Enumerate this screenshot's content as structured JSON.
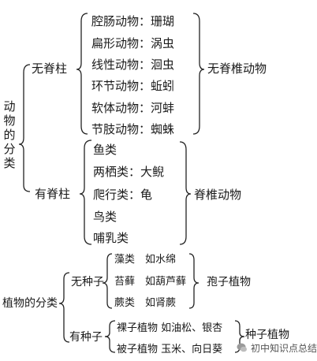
{
  "animals": {
    "root": "动物的分类",
    "invertebrate_branch": "无脊柱",
    "invertebrate_items": [
      "腔肠动物：珊瑚",
      "扁形动物：涡虫",
      "线性动物：洄虫",
      "环节动物：蚯蚓",
      "软体动物：河蚌",
      "节肢动物：蜘蛛"
    ],
    "invertebrate_group": "无脊椎动物",
    "vertebrate_branch": "有脊柱",
    "vertebrate_items": [
      "鱼类",
      "两栖类：大鲵",
      "爬行类：龟",
      "鸟类",
      "哺乳类"
    ],
    "vertebrate_group": "脊椎动物"
  },
  "plants": {
    "root": "植物的分类",
    "seedless_branch": "无种子",
    "seedless_items": [
      "藻类　如水绵",
      "苔藓　如葫芦藓",
      "蕨类　如肾蕨"
    ],
    "seedless_group": "孢子植物",
    "seed_branch": "有种子",
    "seed_items": [
      "裸子植物 如油松、银杏",
      "被子植物 玉米、向日葵"
    ],
    "seed_group": "种子植物"
  },
  "watermark": "初中知识点总结"
}
